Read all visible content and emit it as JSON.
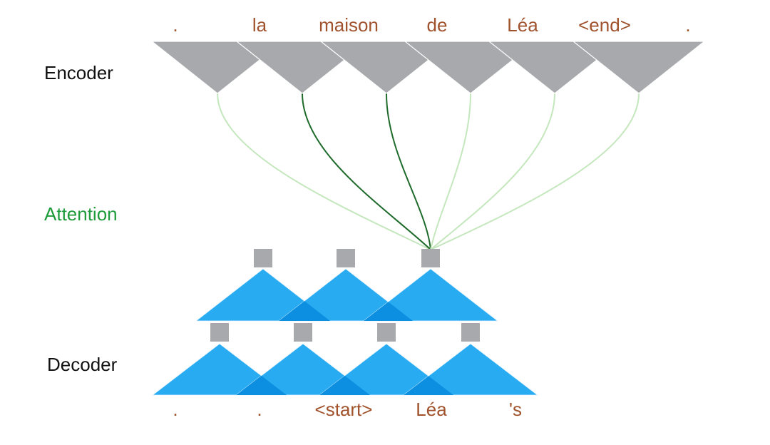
{
  "labels": {
    "encoder": "Encoder",
    "attention": "Attention",
    "decoder": "Decoder"
  },
  "encoder_tokens": [
    ".",
    "la",
    "maison",
    "de",
    "Léa",
    "<end>",
    "."
  ],
  "decoder_tokens": [
    ".",
    ".",
    "<start>",
    "Léa",
    "'s"
  ],
  "attention_weights": [
    "weak",
    "strong",
    "strong",
    "weak",
    "weak",
    "weak"
  ],
  "colors": {
    "token": "#a0522d",
    "encoder_fill": "#a7a9ac",
    "decoder_fill": "#29abf2",
    "decoder_overlap": "#0c8fe0",
    "node_fill": "#a7a9ac",
    "attention_label": "#1e9b3a",
    "attn_strong": "#1f6b2c",
    "attn_weak": "#c4e7bd"
  }
}
